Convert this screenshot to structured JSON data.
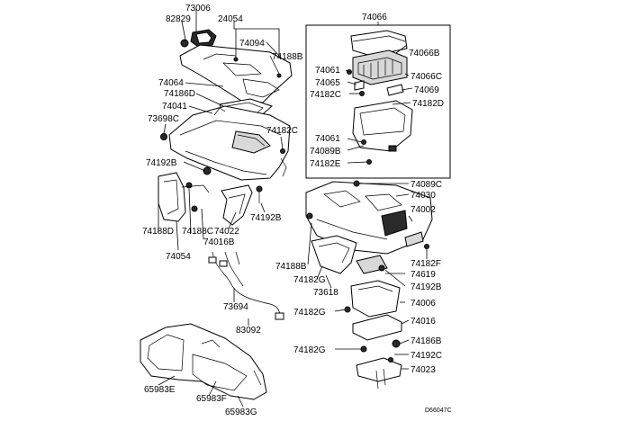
{
  "diagram": {
    "code": "D66047C",
    "labels": {
      "p73006": "73006",
      "p82829": "82829",
      "p24054": "24054",
      "p74094": "74094",
      "p74188B_top": "74188B",
      "p74064": "74064",
      "p74186D": "74186D",
      "p74041": "74041",
      "p73698C": "73698C",
      "p74182C_left": "74182C",
      "p74192B_left": "74192B",
      "p74188D": "74188D",
      "p74188C": "74188C",
      "p74016B": "74016B",
      "p74022": "74022",
      "p74192B_mid": "74192B",
      "p74054": "74054",
      "p73694": "73694",
      "p83092": "83092",
      "p65983E": "65983E",
      "p65983F": "65983F",
      "p65983G": "65983G",
      "p74066": "74066",
      "p74066B": "74066B",
      "p74061_top": "74061",
      "p74066C": "74066C",
      "p74065": "74065",
      "p74069": "74069",
      "p74182C_right": "74182C",
      "p74182D": "74182D",
      "p74061_bot": "74061",
      "p74089B": "74089B",
      "p74182E": "74182E",
      "p74089C": "74089C",
      "p74030": "74030",
      "p74002": "74002",
      "p74188B_right": "74188B",
      "p74182F": "74182F",
      "p74182G_a": "74182G",
      "p74619": "74619",
      "p73618": "73618",
      "p74192B_right": "74192B",
      "p74006": "74006",
      "p74182G_b": "74182G",
      "p74016": "74016",
      "p74182G_c": "74182G",
      "p74186B": "74186B",
      "p74192C": "74192C",
      "p74023": "74023"
    }
  }
}
